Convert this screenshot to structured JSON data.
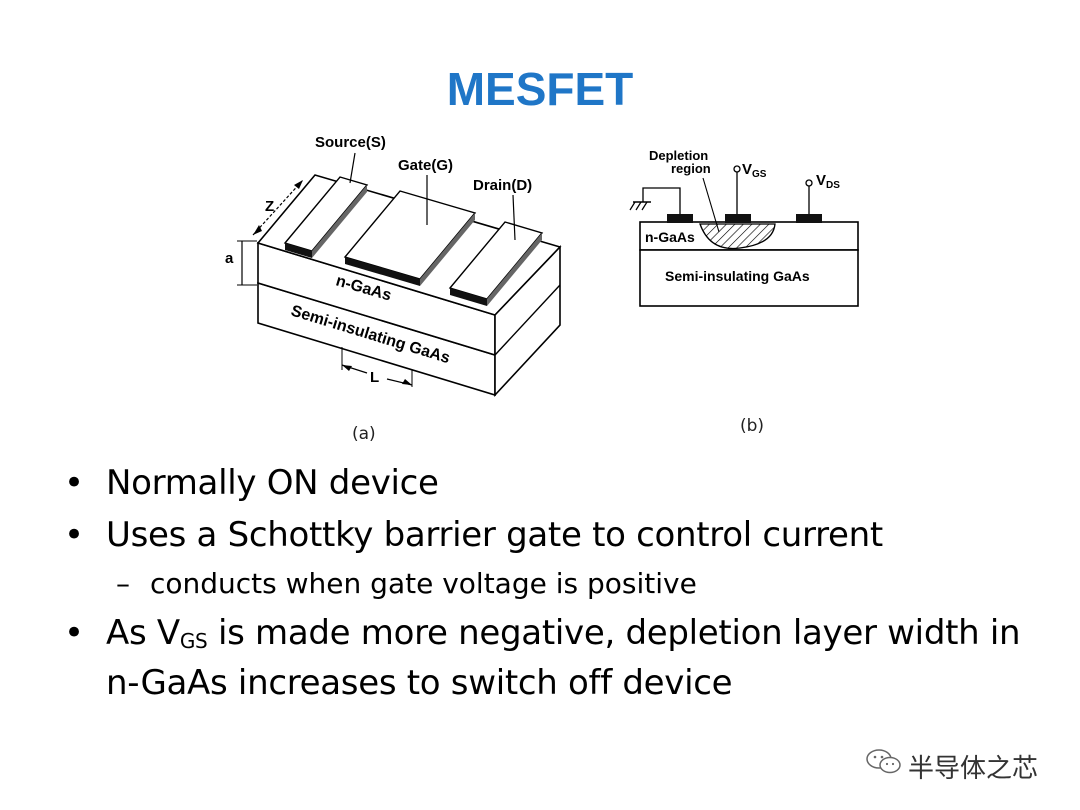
{
  "slide": {
    "title": "MESFET"
  },
  "figure_a": {
    "source_label": "Source(S)",
    "gate_label": "Gate(G)",
    "drain_label": "Drain(D)",
    "z_label": "Z",
    "a_label": "a",
    "n_layer_label": "n-GaAs",
    "substrate_label": "Semi-insulating GaAs",
    "l_label": "L",
    "caption": "(a)"
  },
  "figure_b": {
    "depletion_label_line1": "Depletion",
    "depletion_label_line2": "region",
    "vgs_label": {
      "base": "V",
      "sub": "GS"
    },
    "vds_label": {
      "base": "V",
      "sub": "DS"
    },
    "n_layer_label": "n-GaAs",
    "substrate_label": "Semi-insulating GaAs",
    "caption": "(b)"
  },
  "bullets": {
    "b1": "Normally ON device",
    "b2": "Uses a Schottky barrier gate to control current",
    "b2_sub": "conducts when gate voltage is positive",
    "b3_prefix": "As V",
    "b3_sub": "GS",
    "b3_suffix": " is made more negative, depletion layer width in n-GaAs increases to switch off device"
  },
  "watermark": {
    "text": "半导体之芯"
  }
}
